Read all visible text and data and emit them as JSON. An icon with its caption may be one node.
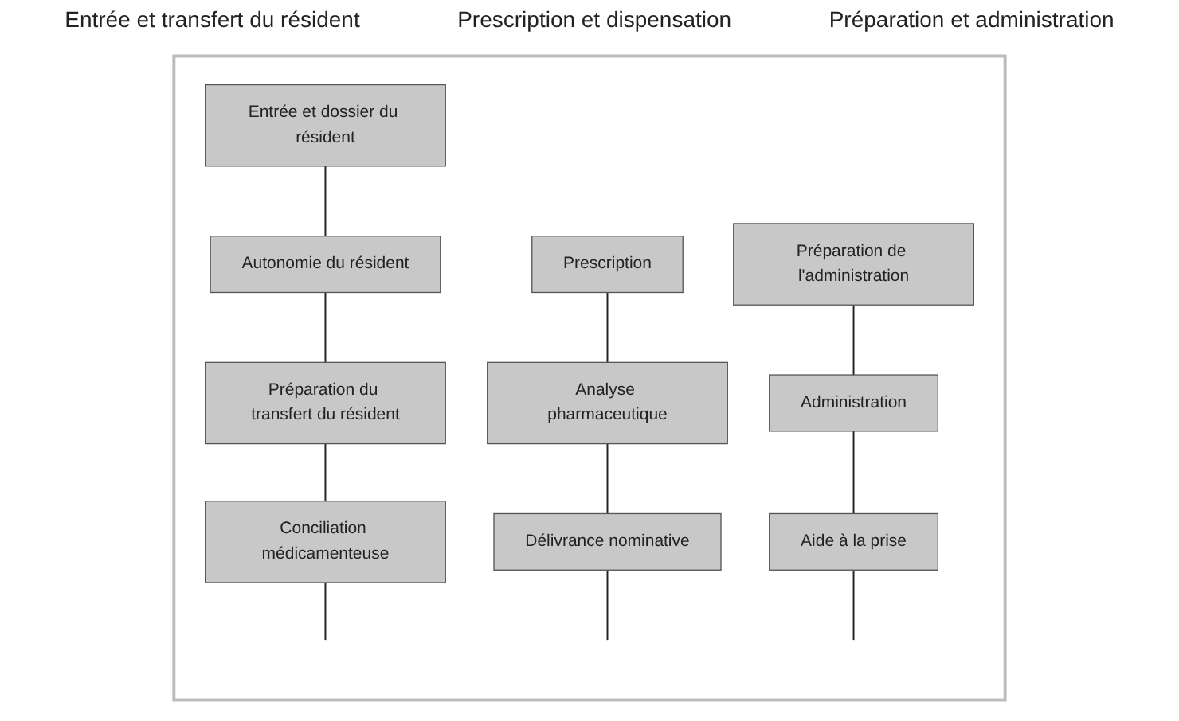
{
  "diagram": {
    "nodes": [
      {
        "text": [],
        "shape": "box"
      },
      {
        "text": [
          "Entrée et dossier du résident"
        ],
        "in": 0
      },
      {
        "text": [
          "Autonomie du résident"
        ],
        "in": 0
      },
      {
        "text": [
          "Préparation du transfert du résident"
        ],
        "in": 0
      },
      {
        "text": [
          "Conciliation médicamenteuse"
        ],
        "in": 0
      },
      {
        "text": [
          "Prescription"
        ],
        "in": 0
      },
      {
        "text": [
          "Analyse pharmaceutique"
        ],
        "in": 0
      },
      {
        "text": [
          "Délivrance nominative"
        ],
        "in": 0
      },
      {
        "text": [
          "Préparation de l'administration"
        ],
        "in": 0
      },
      {
        "text": [
          "Administration"
        ],
        "in": 0
      },
      {
        "text": [
          "Aide à la prise"
        ],
        "in": 0
      }
    ],
    "edges": [
      {
        "from": 1,
        "to": 2,
        "arrow": "none"
      },
      {
        "from": 2,
        "to": 3,
        "arrow": "none"
      },
      {
        "from": 3,
        "to": 4,
        "arrow": "none"
      },
      {
        "from": 4,
        "to": null,
        "arrow": "none"
      },
      {
        "from": 5,
        "to": 6,
        "arrow": "none"
      },
      {
        "from": 6,
        "to": 7,
        "arrow": "none"
      },
      {
        "from": 7,
        "to": null,
        "arrow": "none"
      },
      {
        "from": 8,
        "to": 9,
        "arrow": "none"
      },
      {
        "from": 9,
        "to": 10,
        "arrow": "none"
      },
      {
        "from": 10,
        "to": null,
        "arrow": "none"
      }
    ],
    "labels": [
      "Entrée et transfert du résident",
      "Prescription et dispensation",
      "Préparation et administration"
    ]
  }
}
